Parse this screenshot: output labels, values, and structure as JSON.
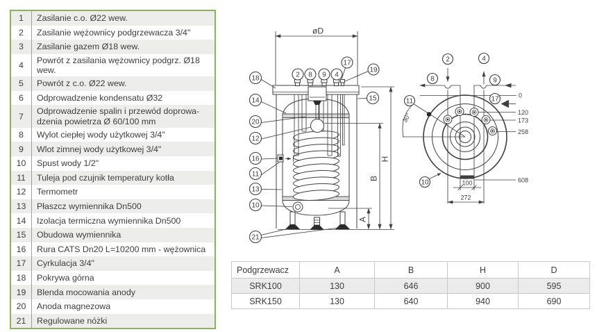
{
  "parts_table": {
    "rows": [
      {
        "num": "1",
        "text": "Zasilanie c.o. Ø22 wew."
      },
      {
        "num": "2",
        "text": "Zasilanie wężownicy podgrzewacza 3/4\""
      },
      {
        "num": "3",
        "text": "Zasilanie gazem Ø18 wew."
      },
      {
        "num": "4",
        "text": "Powrót z zasilania wężownicy podgrz. Ø18 wew."
      },
      {
        "num": "5",
        "text": "Powrót z c.o. Ø22 wew."
      },
      {
        "num": "6",
        "text": "Odprowadzenie kondensatu Ø32"
      },
      {
        "num": "7",
        "text": "Odprowadzenie spalin i przewód doprowa-dzenia powietrza Ø 60/100 mm"
      },
      {
        "num": "8",
        "text": "Wylot ciepłej wody użytkowej 3/4\""
      },
      {
        "num": "9",
        "text": "Wlot zimnej wody użytkowej 3/4\""
      },
      {
        "num": "10",
        "text": "Spust wody 1/2\""
      },
      {
        "num": "11",
        "text": "Tuleja pod czujnik temperatury kotła"
      },
      {
        "num": "12",
        "text": "Termometr"
      },
      {
        "num": "13",
        "text": "Płaszcz wymiennika Dn500"
      },
      {
        "num": "14",
        "text": "Izolacja termiczna wymiennika Dn500"
      },
      {
        "num": "15",
        "text": "Obudowa wymiennika"
      },
      {
        "num": "16",
        "text": "Rura CATS Dn20 L=10200 mm - wężownica"
      },
      {
        "num": "17",
        "text": "Cyrkulacja 3/4\""
      },
      {
        "num": "18",
        "text": "Pokrywa górna"
      },
      {
        "num": "19",
        "text": "Blenda mocowania anody"
      },
      {
        "num": "20",
        "text": "Anoda magnezowa"
      },
      {
        "num": "21",
        "text": "Regulowane nóżki"
      }
    ]
  },
  "diagram": {
    "front": {
      "dim_diameter": "øD",
      "dim_h": "H",
      "dim_b": "B",
      "dim_a": "A",
      "callouts": {
        "c2": "2",
        "c8": "8",
        "c9": "9",
        "c4": "4",
        "c17": "17",
        "c19": "19",
        "c18": "18",
        "c14": "14",
        "c20": "20",
        "c12": "12",
        "c16": "16",
        "c11": "11",
        "c13": "13",
        "c10": "10",
        "c21": "21",
        "c15": "15"
      }
    },
    "top": {
      "callouts": {
        "c2": "2",
        "c4": "4",
        "c8": "8",
        "c9": "9",
        "c17": "17",
        "c11": "11",
        "c10": "10"
      },
      "offsets": {
        "o0": "0",
        "o120": "120",
        "o173": "173",
        "o258": "258",
        "o608": "608"
      },
      "dim_100": "100",
      "dim_272": "272",
      "angle": "30°"
    }
  },
  "spec_table": {
    "headers": [
      "Podgrzewacz",
      "A",
      "B",
      "H",
      "D"
    ],
    "rows": [
      {
        "name": "SRK100",
        "a": "130",
        "b": "646",
        "h": "900",
        "d": "595"
      },
      {
        "name": "SRK150",
        "a": "130",
        "b": "640",
        "h": "940",
        "d": "690"
      }
    ]
  },
  "colors": {
    "accent_green": "#8bb35b",
    "row_shade": "#ededeb",
    "text": "#3d3d3d",
    "drawing_line": "#3f3f3f",
    "spec_border": "#c9c9c9",
    "spec_row_shade": "#ebebeb"
  }
}
